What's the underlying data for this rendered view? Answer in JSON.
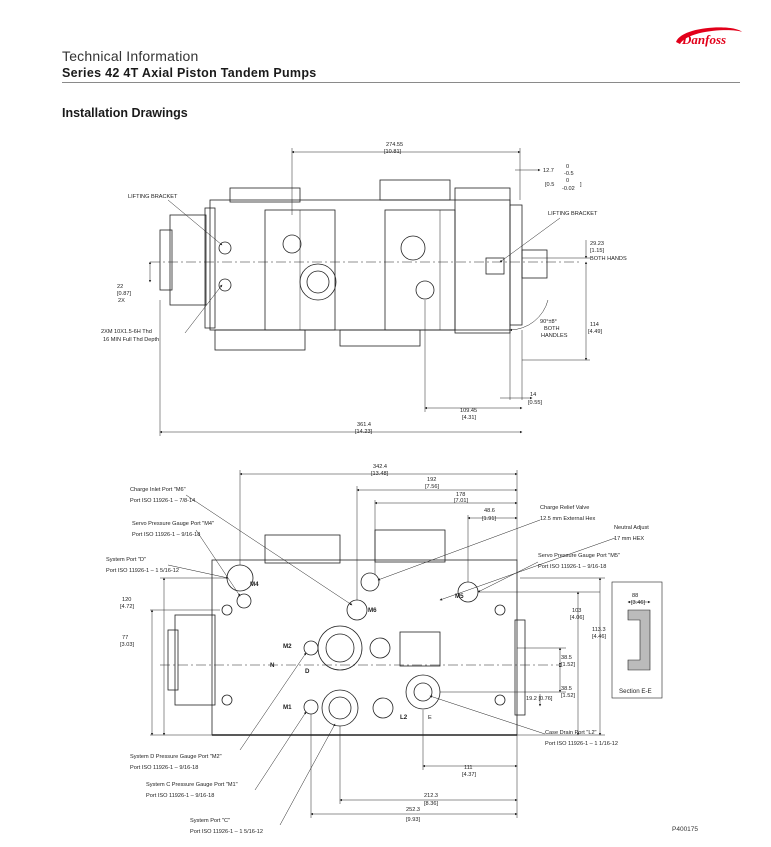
{
  "header": {
    "subtitle": "Technical Information",
    "title": "Series 42 4T Axial Piston Tandem Pumps",
    "brand": "Danfoss",
    "brand_color": "#e2001a"
  },
  "section_title": "Installation Drawings",
  "top_view": {
    "dim_top": "274.55",
    "dim_top_in": "[10.81]",
    "shaft_tol": "12.7",
    "shaft_tol_up": "0",
    "shaft_tol_dn": "-0.5",
    "shaft_tol_in": "[0.5",
    "shaft_tol_in_up": "0",
    "shaft_tol_in_dn": "-0.02",
    "shaft_tol_in_close": "]",
    "lifting_left": "LIFTING BRACKET",
    "lifting_right": "LIFTING BRACKET",
    "dim_2923": "29.23",
    "dim_2923_in": "[1.15]",
    "both_hands_1": "BOTH HANDS",
    "dim_22": "22",
    "dim_22_in": "[0.87]",
    "dim_22_qty": "2X",
    "thread_1": "2XM 10X1.5-6H Thd",
    "thread_2": "16 MIN Full Thd Depth",
    "angle": "90°±8°",
    "both_1": "BOTH",
    "handles_1": "HANDLES",
    "dim_114": "114",
    "dim_114_in": "[4.49]",
    "dim_14": "14",
    "dim_14_in": "[0.55]",
    "dim_10945": "109.45",
    "dim_10945_in": "[4.31]",
    "dim_3614": "361.4",
    "dim_3614_in": "[14.23]"
  },
  "bottom_view": {
    "dim_3424": "342.4",
    "dim_3424_in": "[13.48]",
    "dim_192": "192",
    "dim_192_in": "[7.56]",
    "dim_178": "178",
    "dim_178_in": "[7.01]",
    "dim_486": "48.6",
    "dim_486_in": "[1.91]",
    "charge_inlet": "Charge Inlet Port \"M6\"",
    "charge_inlet_spec": "Port ISO 11926-1 – 7/8-14",
    "servo_m4": "Servo Pressure Gauge Port \"M4\"",
    "servo_m4_spec": "Port ISO 11926-1 – 9/16-18",
    "sys_d": "System Port \"D\"",
    "sys_d_spec": "Port ISO 11926-1 – 1 5/16-12",
    "dim_120": "120",
    "dim_120_in": "[4.72]",
    "dim_77": "77",
    "dim_77_in": "[3.03]",
    "relief": "Charge Relief Valve",
    "relief_spec": "12.5 mm External Hex",
    "neutral": "Neutral Adjust",
    "neutral_spec": "17 mm HEX",
    "servo_m5": "Servo Pressure Gauge Port \"M5\"",
    "servo_m5_spec": "Port ISO 11926-1 – 9/16-18",
    "dim_103": "103",
    "dim_103_in": "[4.06]",
    "dim_1133": "113.3",
    "dim_1133_in": "[4.46]",
    "dim_385a": "38.5",
    "dim_385a_in": "[1.52]",
    "dim_385b": "38.5",
    "dim_385b_in": "[1.52]",
    "dim_192b": "19.2 [0.76]",
    "case_drain": "Case Drain Port \"L2\"",
    "case_drain_spec": "Port ISO 11926-1 – 1 1/16-12",
    "gauge_m2": "System D Pressure Gauge Port \"M2\"",
    "gauge_m2_spec": "Port ISO 11926-1 – 9/16-18",
    "gauge_m1": "System C Pressure Gauge Port \"M1\"",
    "gauge_m1_spec": "Port ISO 11926-1 – 9/16-18",
    "sys_c": "System Port \"C\"",
    "sys_c_spec": "Port ISO 11926-1 – 1 5/16-12",
    "dim_111": "111",
    "dim_111_in": "[4.37]",
    "dim_2123": "212.3",
    "dim_2123_in": "[8.36]",
    "dim_2523": "252.3",
    "dim_2523_in": "[9.93]",
    "port_m6": "M6",
    "port_m4": "M4",
    "port_m5": "M5",
    "port_m2": "M2",
    "port_m1": "M1",
    "port_n": "N",
    "port_d": "D",
    "port_l2": "L2",
    "port_e": "E",
    "section_88": "88",
    "section_88_in": "[3.46]",
    "section_label": "Section E-E"
  },
  "figure_id": "P400175"
}
